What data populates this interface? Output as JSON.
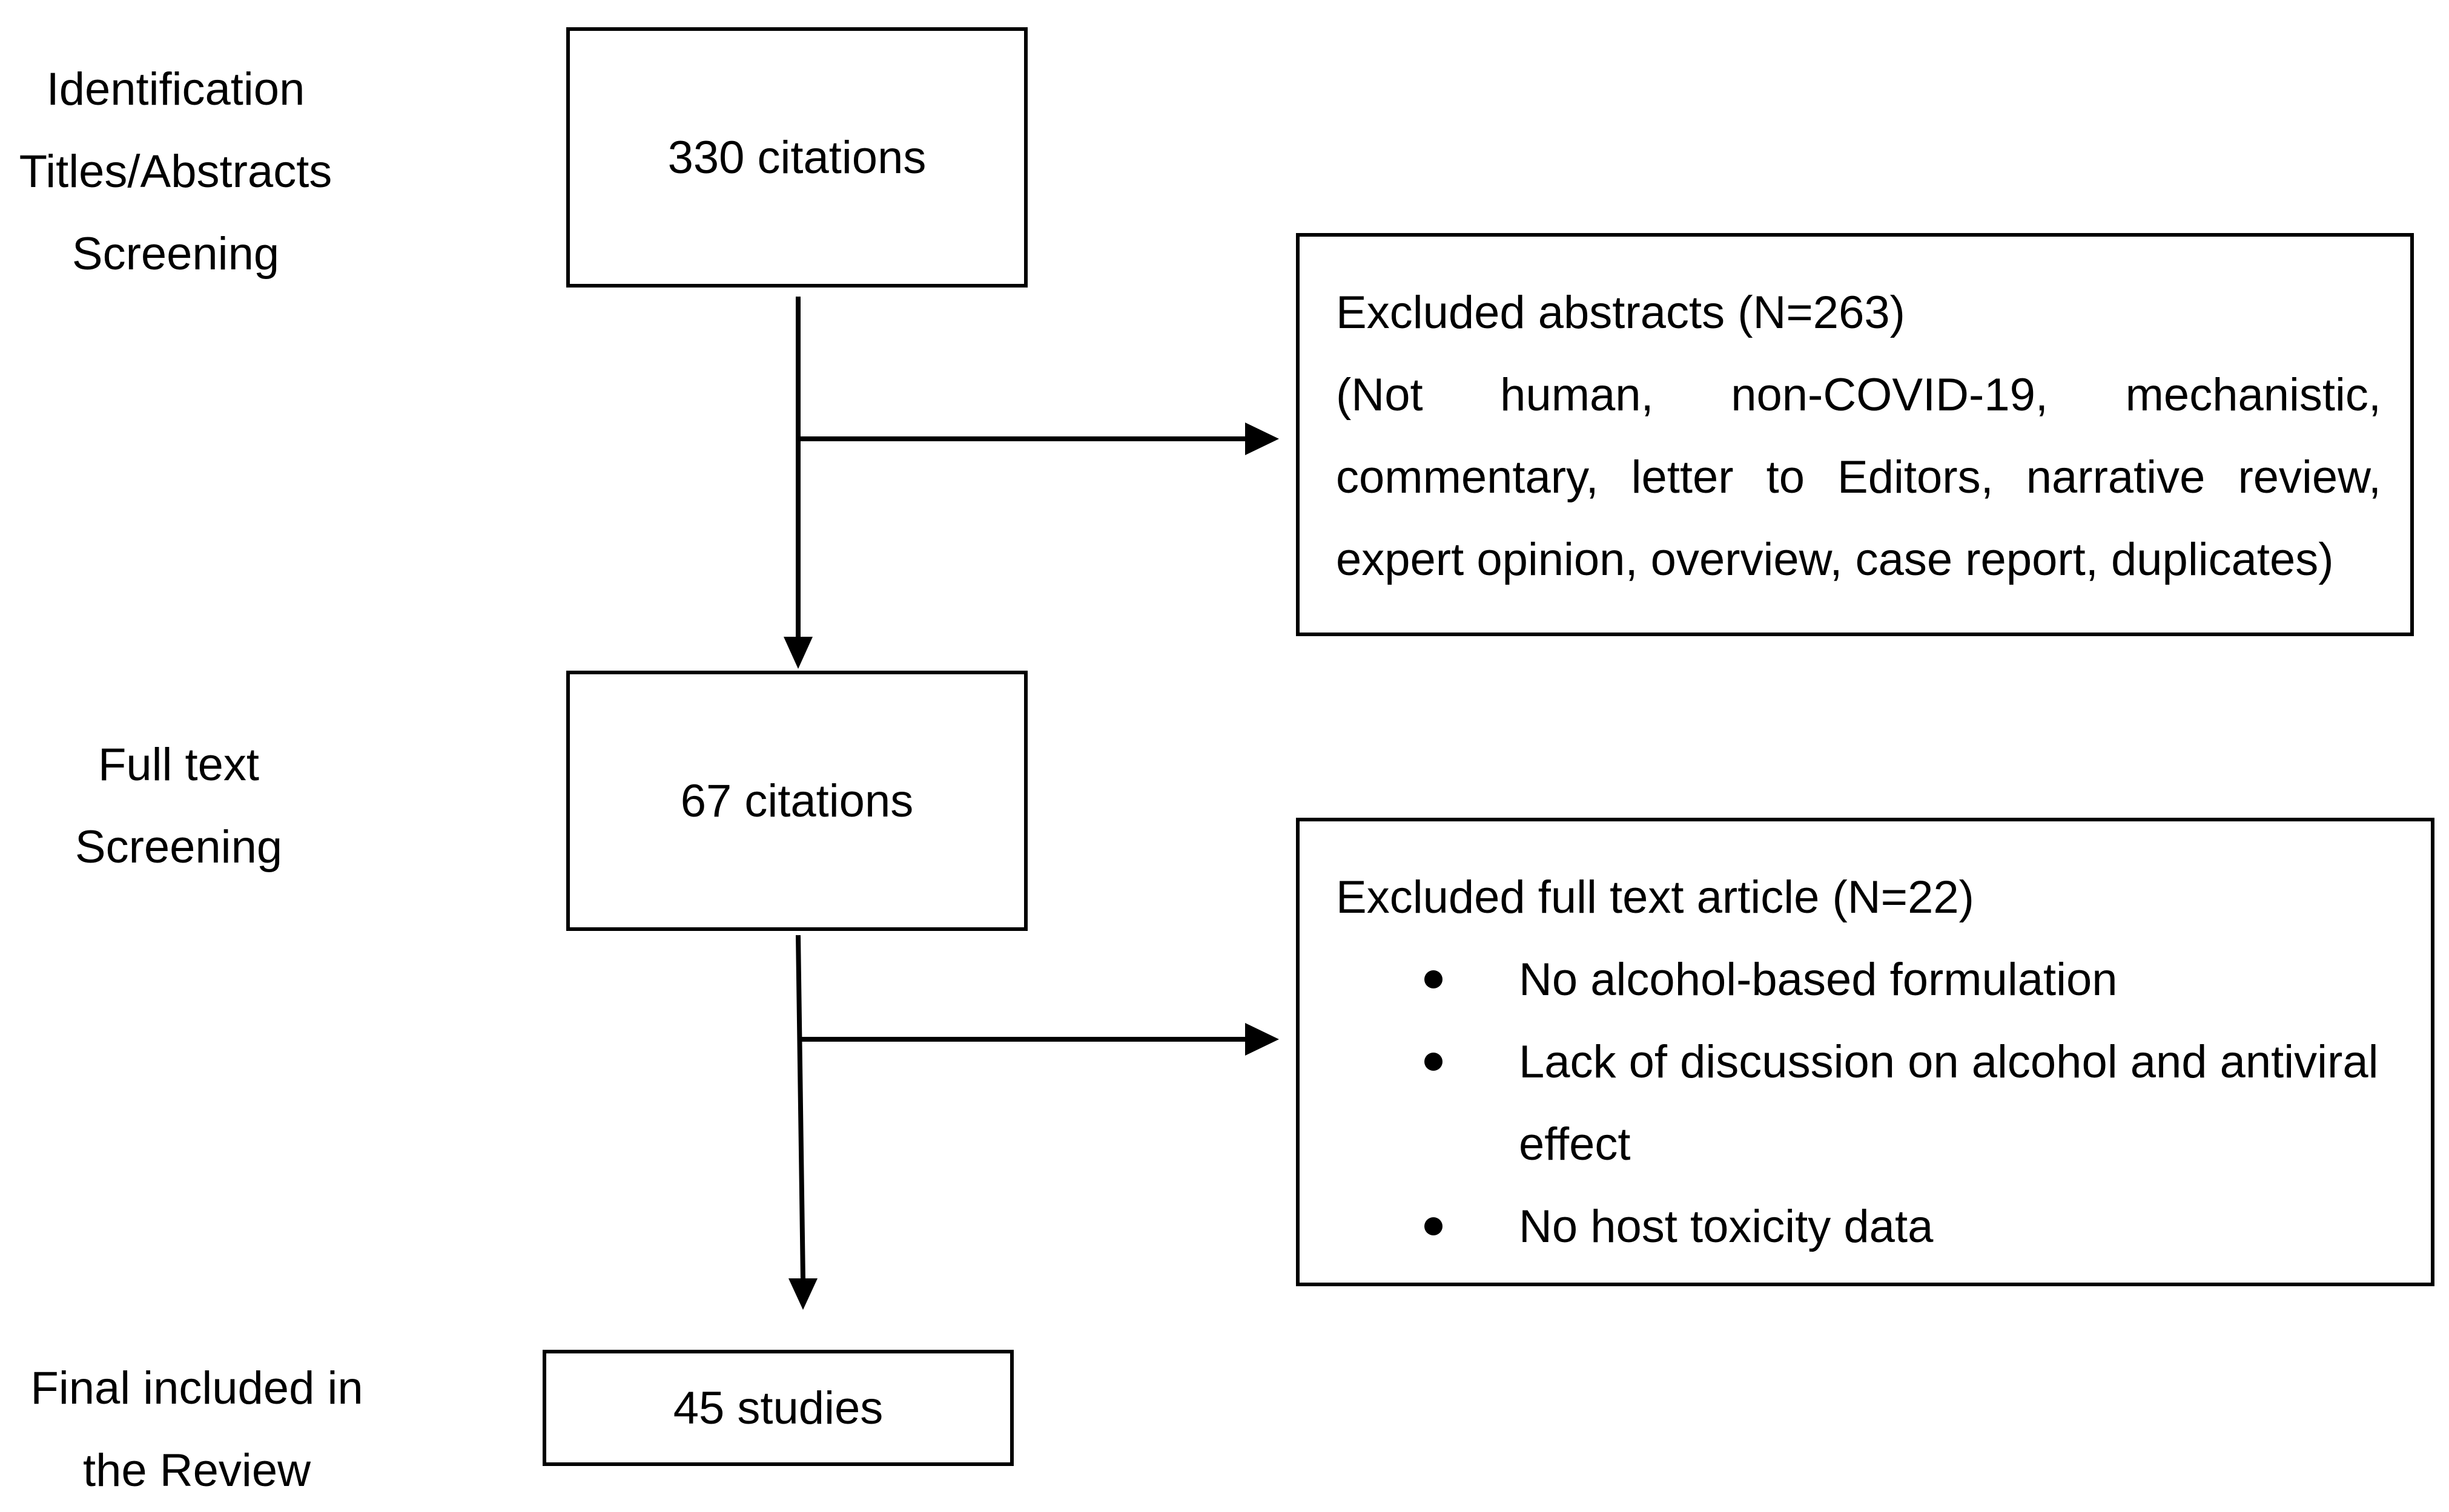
{
  "stages": [
    {
      "lines": [
        "Identification",
        "Titles/Abstracts",
        "Screening"
      ]
    },
    {
      "lines": [
        "Full text",
        "Screening"
      ]
    },
    {
      "lines": [
        "Final included in",
        "the Review"
      ]
    }
  ],
  "flow": {
    "step1": "330 citations",
    "step2": "67 citations",
    "step3": "45 studies"
  },
  "excluded_abstracts": {
    "title": "Excluded abstracts (N=263)",
    "reasons": "(Not human, non-COVID-19, mechanistic, commentary, letter to Editors, narrative review, expert opinion, overview, case report, duplicates)"
  },
  "excluded_fulltext": {
    "title": "Excluded full text article (N=22)",
    "reasons": [
      "No alcohol-based formulation",
      "Lack of discussion on alcohol and antiviral effect",
      "No host toxicity data"
    ]
  }
}
